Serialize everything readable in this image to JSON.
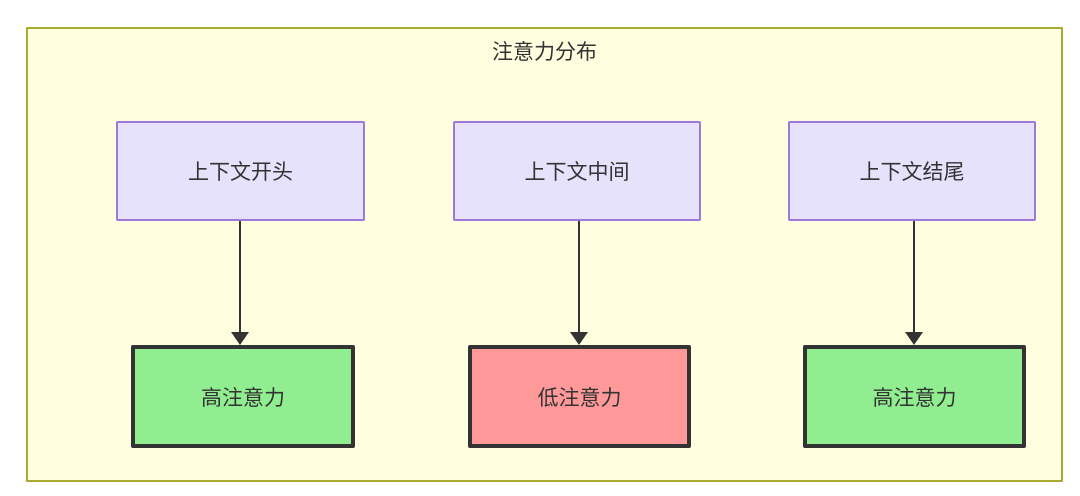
{
  "diagram": {
    "title": "注意力分布",
    "container": {
      "fill_color": "#ffffe0",
      "border_color": "#aaaa33"
    },
    "nodes": {
      "top": [
        {
          "id": "ctx-start",
          "label": "上下文开头",
          "fill_color": "#e6e2fc",
          "border_color": "#9d78d8"
        },
        {
          "id": "ctx-middle",
          "label": "上下文中间",
          "fill_color": "#e6e2fc",
          "border_color": "#9d78d8"
        },
        {
          "id": "ctx-end",
          "label": "上下文结尾",
          "fill_color": "#e6e2fc",
          "border_color": "#9d78d8"
        }
      ],
      "bottom": [
        {
          "id": "attn-high-1",
          "label": "高注意力",
          "fill_color": "#90ee90",
          "border_color": "#333333"
        },
        {
          "id": "attn-low",
          "label": "低注意力",
          "fill_color": "#ff9999",
          "border_color": "#333333"
        },
        {
          "id": "attn-high-2",
          "label": "高注意力",
          "fill_color": "#90ee90",
          "border_color": "#333333"
        }
      ]
    },
    "edges": [
      {
        "from": "ctx-start",
        "to": "attn-high-1",
        "label": ""
      },
      {
        "from": "ctx-middle",
        "to": "attn-low",
        "label": ""
      },
      {
        "from": "ctx-end",
        "to": "attn-high-2",
        "label": ""
      }
    ]
  }
}
